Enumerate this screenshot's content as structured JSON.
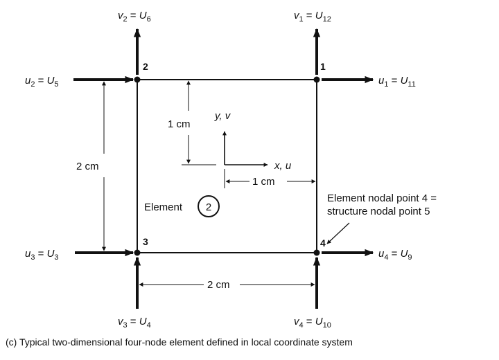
{
  "nodes": [
    {
      "number": "1",
      "u_label": "u",
      "u_sub": "1",
      "u_global": "U",
      "u_global_sub": "11",
      "v_label": "v",
      "v_sub": "1",
      "v_global": "U",
      "v_global_sub": "12"
    },
    {
      "number": "2",
      "u_label": "u",
      "u_sub": "2",
      "u_global": "U",
      "u_global_sub": "5",
      "v_label": "v",
      "v_sub": "2",
      "v_global": "U",
      "v_global_sub": "6"
    },
    {
      "number": "3",
      "u_label": "u",
      "u_sub": "3",
      "u_global": "U",
      "u_global_sub": "3",
      "v_label": "v",
      "v_sub": "3",
      "v_global": "U",
      "v_global_sub": "4"
    },
    {
      "number": "4",
      "u_label": "u",
      "u_sub": "4",
      "u_global": "U",
      "u_global_sub": "9",
      "v_label": "v",
      "v_sub": "4",
      "v_global": "U",
      "v_global_sub": "10"
    }
  ],
  "equals_sign": "=",
  "axes": {
    "y_label": "y, v",
    "x_label": "x, u"
  },
  "dimensions": {
    "offset_vertical": "1 cm",
    "offset_horizontal": "1 cm",
    "height": "2 cm",
    "width": "2 cm"
  },
  "element": {
    "label": "Element",
    "number": "2"
  },
  "annotation": {
    "line1": "Element nodal point 4 =",
    "line2": "structure nodal point 5"
  },
  "caption": "(c) Typical two-dimensional four-node element defined in local coordinate system",
  "colors": {
    "ink": "#111111",
    "background": "#ffffff"
  }
}
